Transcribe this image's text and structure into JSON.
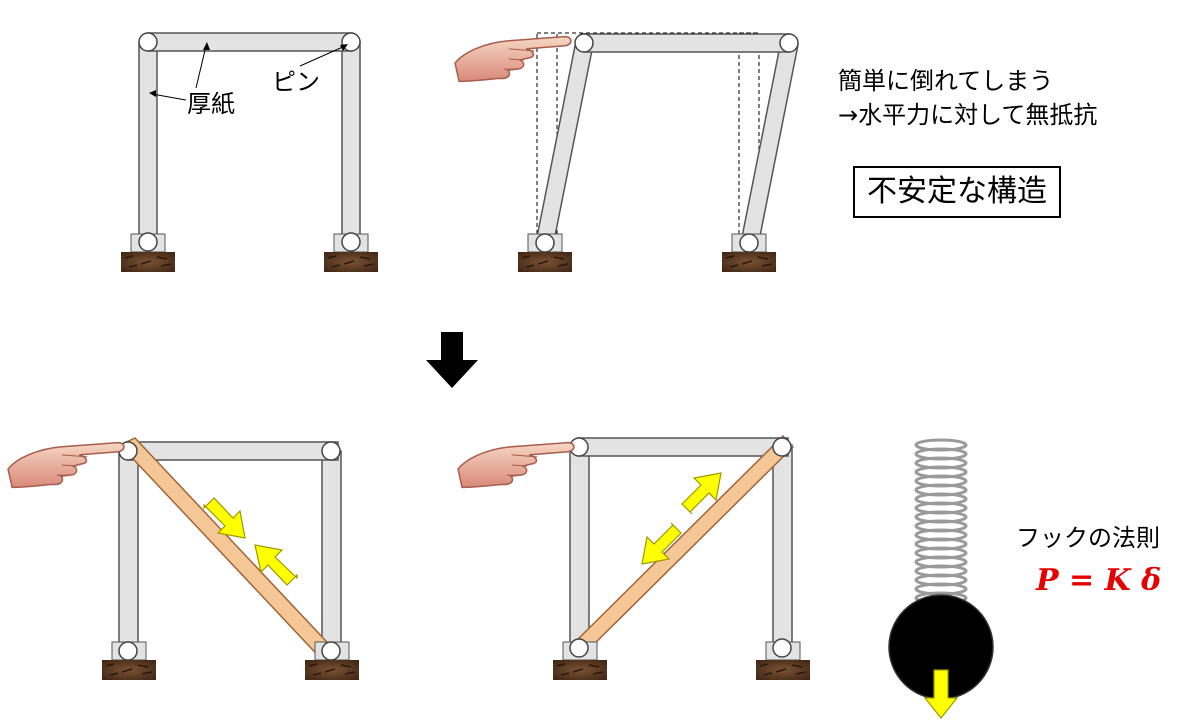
{
  "labels": {
    "thick_paper": "厚紙",
    "pin": "ピン",
    "note_line1": "簡単に倒れてしまう",
    "note_line2": "→水平力に対して無抵抗",
    "unstable": "不安定な構造",
    "hooke_title": "フックの法則",
    "hooke_formula": "P = K δ"
  },
  "colors": {
    "member_fill": "#e3e3e3",
    "member_stroke": "#555555",
    "brace_fill": "#f6c796",
    "brace_stroke": "#a0643a",
    "arrow_fill": "#ffff00",
    "arrow_stroke": "#9a9a00",
    "ground": "#5b3a22",
    "formula": "#e60000",
    "spring": "#9a9a9a",
    "weight": "#000000"
  },
  "icons": [
    "hand-pointing-icon",
    "pin-joint-icon",
    "down-arrow-icon",
    "spring-icon",
    "weight-ball-icon"
  ]
}
